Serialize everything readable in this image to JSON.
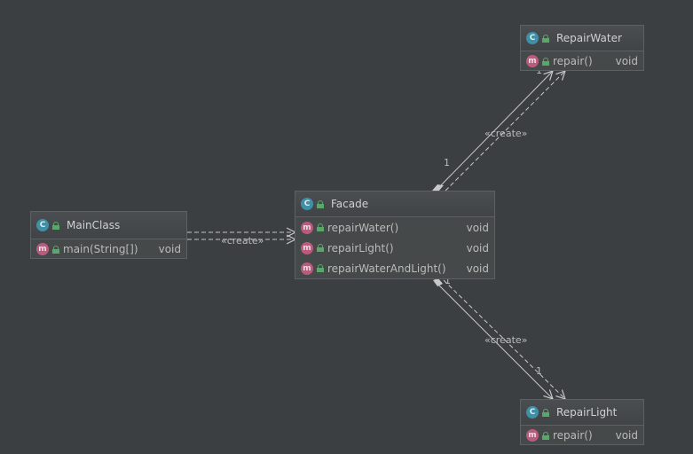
{
  "classes": {
    "main_class": {
      "badge": "C",
      "name": "MainClass",
      "methods": [
        {
          "badge": "m",
          "name": "main(String[])",
          "return": "void"
        }
      ]
    },
    "facade": {
      "badge": "C",
      "name": "Facade",
      "methods": [
        {
          "badge": "m",
          "name": "repairWater()",
          "return": "void"
        },
        {
          "badge": "m",
          "name": "repairLight()",
          "return": "void"
        },
        {
          "badge": "m",
          "name": "repairWaterAndLight()",
          "return": "void"
        }
      ]
    },
    "repair_water": {
      "badge": "C",
      "name": "RepairWater",
      "methods": [
        {
          "badge": "m",
          "name": "repair()",
          "return": "void"
        }
      ]
    },
    "repair_light": {
      "badge": "C",
      "name": "RepairLight",
      "methods": [
        {
          "badge": "m",
          "name": "repair()",
          "return": "void"
        }
      ]
    }
  },
  "edges": {
    "main_to_facade_create": "«create»",
    "facade_to_water_create": "«create»",
    "facade_to_light_create": "«create»",
    "facade_water_source_multiplicity": "1",
    "facade_water_target_multiplicity": "1",
    "facade_light_source_multiplicity": "1",
    "facade_light_target_multiplicity": "1"
  },
  "colors": {
    "background": "#3c3f41",
    "class_badge": "#3f8fa7",
    "method_badge": "#b95b7c",
    "lock": "#59a869",
    "edge": "#c8c8c8"
  }
}
